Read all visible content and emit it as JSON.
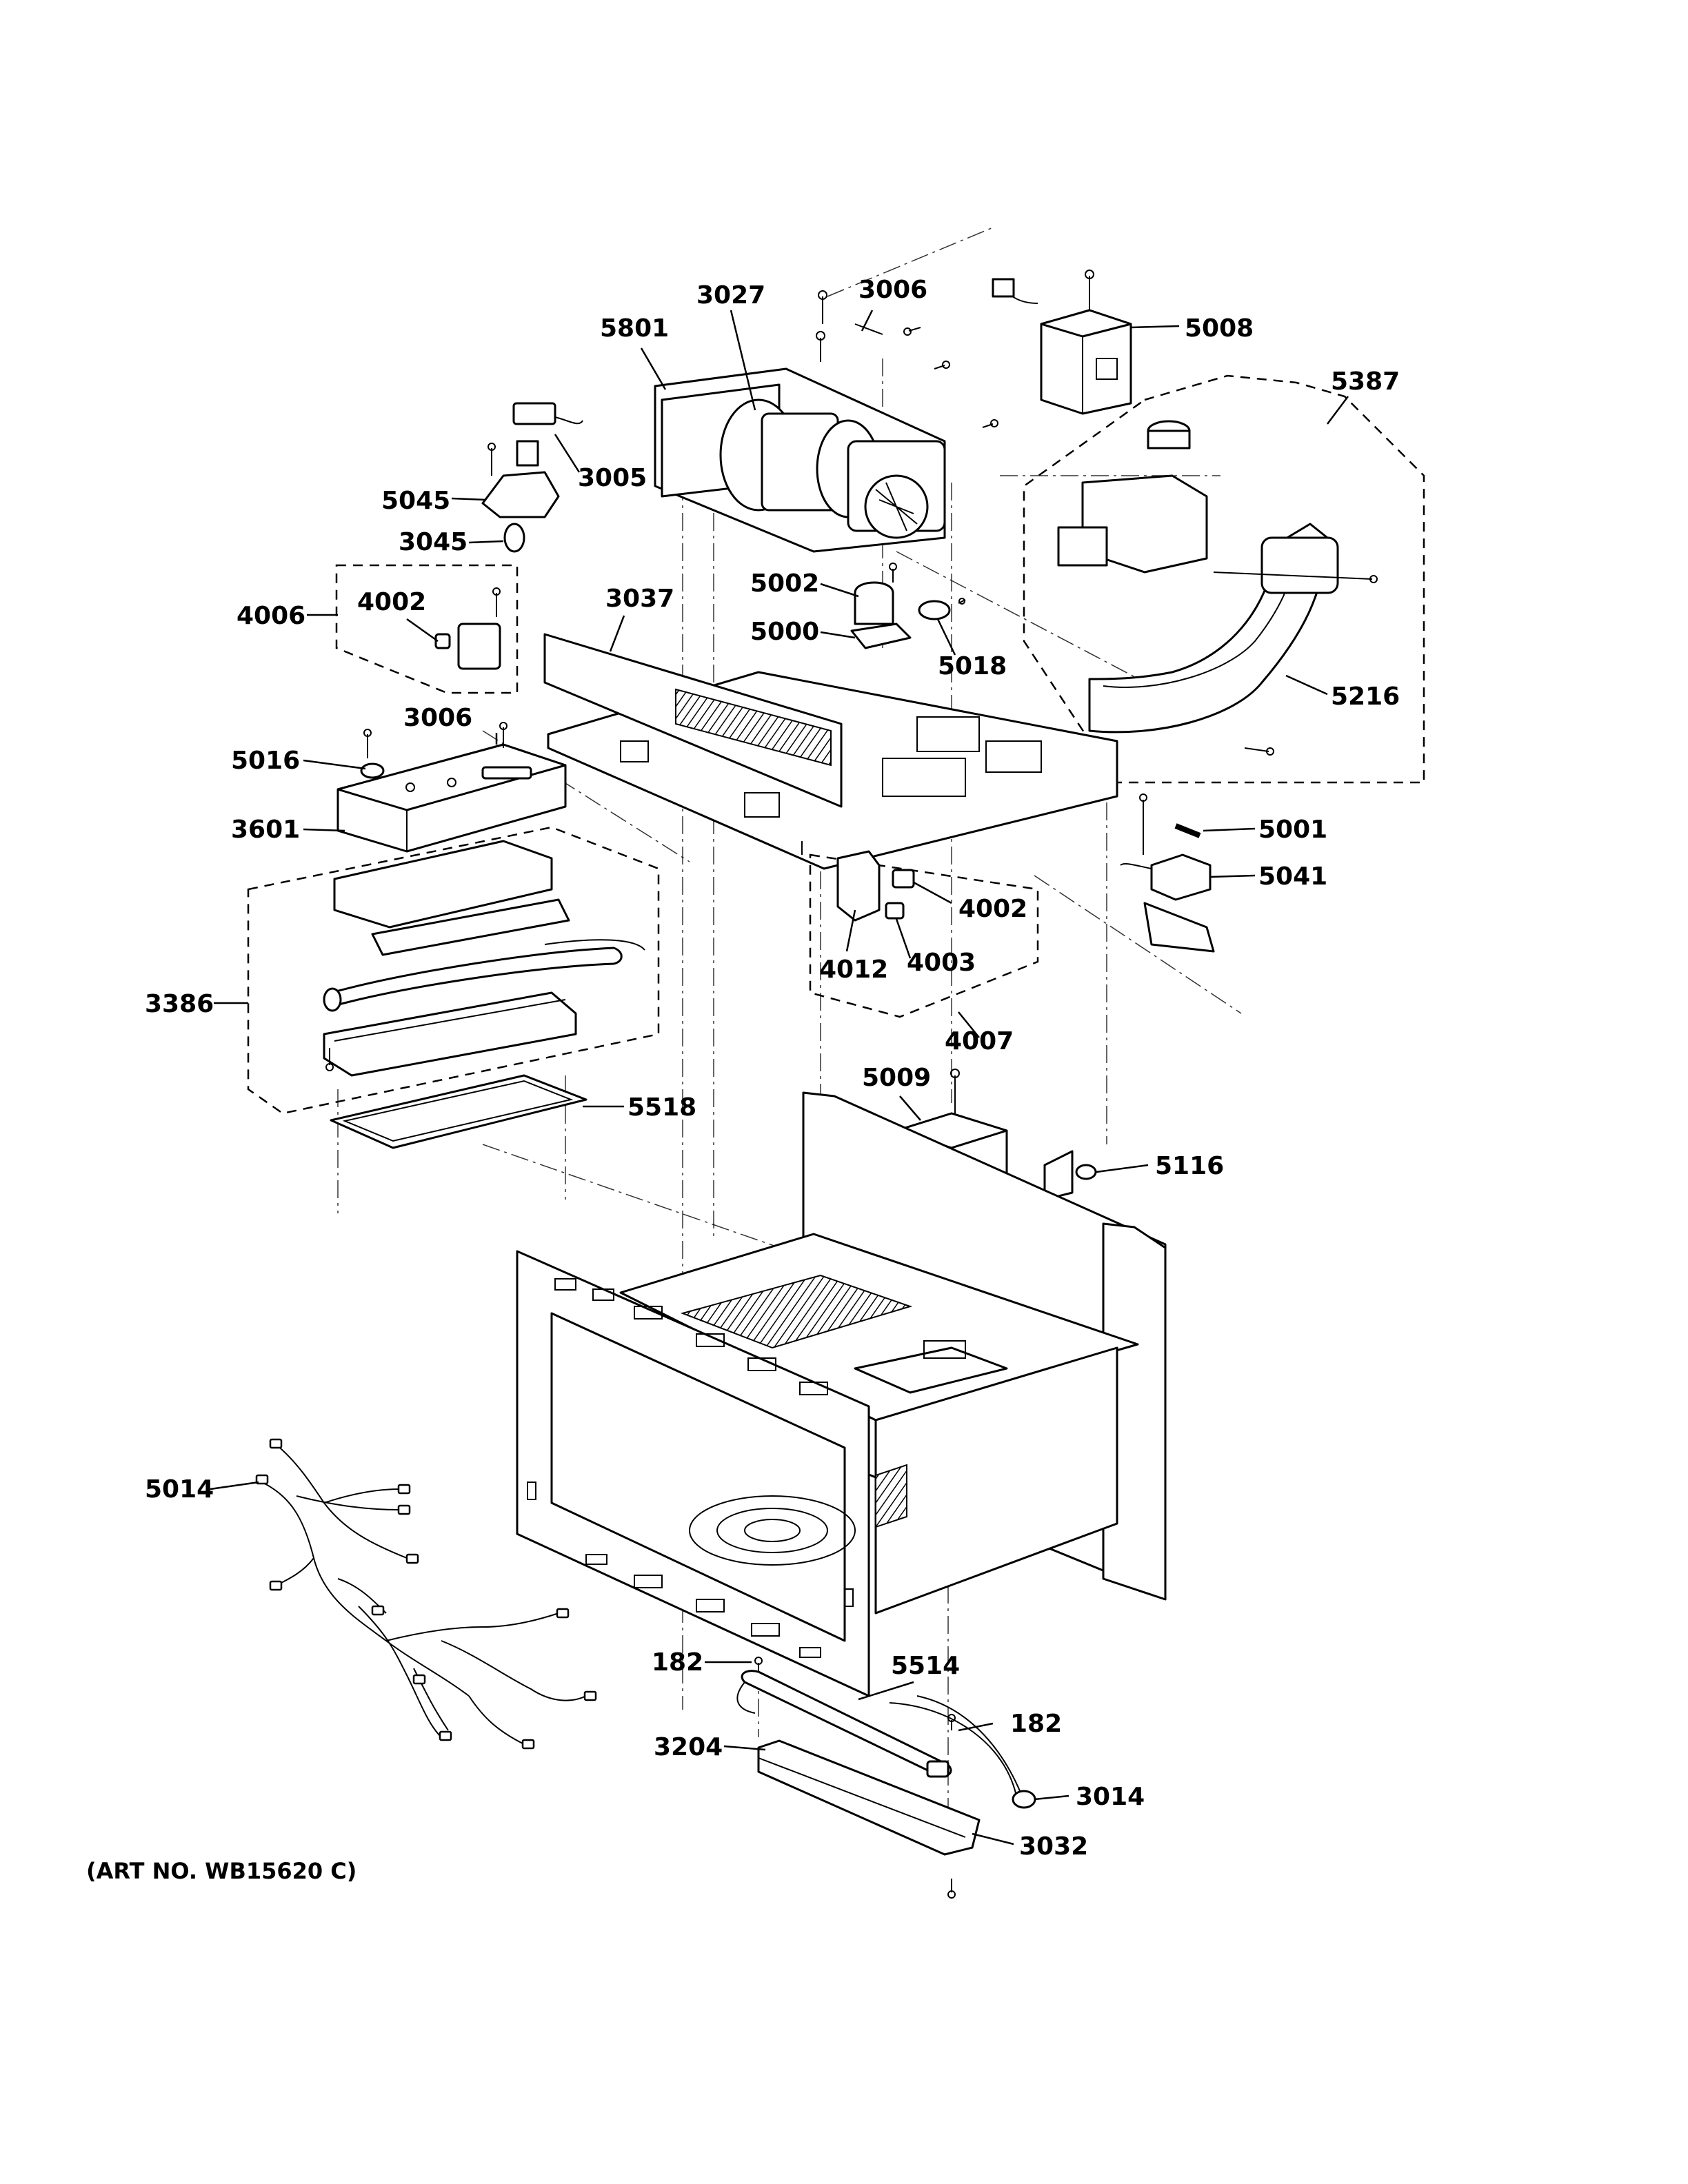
{
  "art_number": "(ART NO. WB15620 C)",
  "labels": {
    "l5801": "5801",
    "l3027": "3027",
    "l3006a": "3006",
    "l5008": "5008",
    "l5387": "5387",
    "l3005": "3005",
    "l5045": "5045",
    "l3045": "3045",
    "l4006": "4006",
    "l4002a": "4002",
    "l3037": "3037",
    "l5002": "5002",
    "l5000": "5000",
    "l5018": "5018",
    "l5216": "5216",
    "l3006b": "3006",
    "l5016": "5016",
    "l3601": "3601",
    "l5001": "5001",
    "l5041": "5041",
    "l4002b": "4002",
    "l4012": "4012",
    "l4003": "4003",
    "l3386": "3386",
    "l4007": "4007",
    "l5009": "5009",
    "l5518": "5518",
    "l5116": "5116",
    "l5014": "5014",
    "l182a": "182",
    "l5514": "5514",
    "l182b": "182",
    "l3204": "3204",
    "l3014": "3014",
    "l3032": "3032"
  }
}
